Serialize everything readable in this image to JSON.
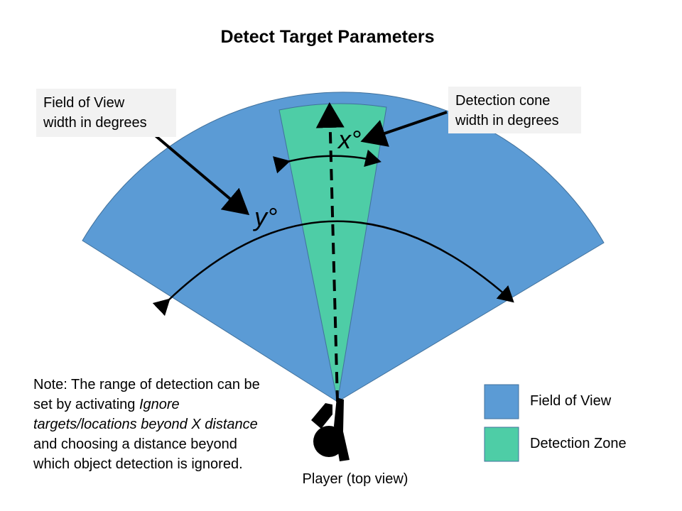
{
  "title": "Detect Target Parameters",
  "callouts": {
    "field_of_view": [
      "Field of View",
      "width in degrees"
    ],
    "detection_cone": [
      "Detection cone",
      "width in degrees"
    ]
  },
  "angle_labels": {
    "detection_cone": "x°",
    "field_of_view": "y°"
  },
  "note": {
    "lines": [
      "Note: The range of detection can be",
      "set by activating ",
      "targets/locations beyond X distance",
      "and choosing a distance beyond",
      "which object detection is ignored."
    ],
    "emphasis_start": "Ignore"
  },
  "player_caption": "Player (top view)",
  "legend": [
    {
      "label": "Field of View",
      "color": "#5b9bd5"
    },
    {
      "label": "Detection Zone",
      "color": "#4ecda6"
    }
  ],
  "colors": {
    "field_of_view": "#5b9bd5",
    "detection_zone": "#4ecda6",
    "outline": "#41719c",
    "callout_bg": "#f2f2f2"
  },
  "icons": [
    "player-top-view-icon",
    "arrow-icon",
    "angle-arc-icon"
  ]
}
